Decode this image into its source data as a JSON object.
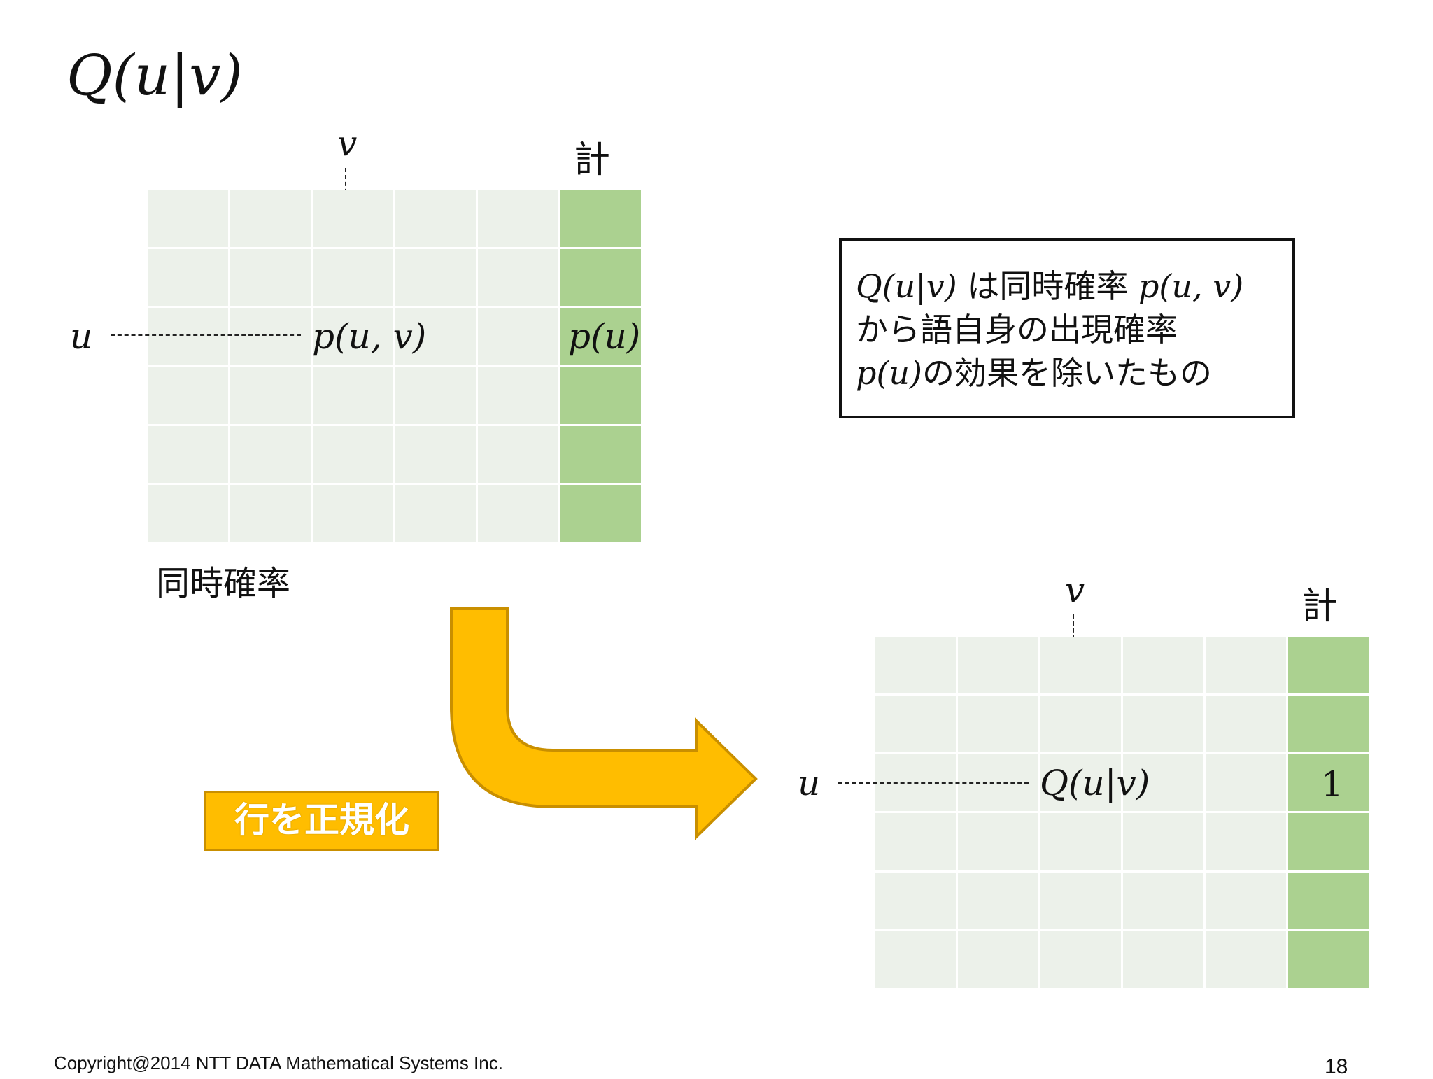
{
  "title": "Q(u|v)",
  "joint_table": {
    "col_var": "v",
    "row_var": "u",
    "total_label": "計",
    "cell_label": "p(u, v)",
    "total_cell_label": "p(u)",
    "caption": "同時確率"
  },
  "normalized_table": {
    "col_var": "v",
    "row_var": "u",
    "total_label": "計",
    "cell_label": "Q(u|v)",
    "total_cell_label": "1"
  },
  "note": {
    "line1_math": "Q(u|v)",
    "line1_text": " は同時確率 ",
    "line1_math2": "p(u, v)",
    "line2_text": "から語自身の出現確率",
    "line3_math": "p(u)",
    "line3_text": "の効果を除いたもの"
  },
  "normalize_label": "行を正規化",
  "colors": {
    "cell": "#ecf1ea",
    "total_column": "#abd190",
    "arrow_fill": "#ffbd00",
    "arrow_stroke": "#c98f00"
  },
  "footer": {
    "copyright": "Copyright@2014 NTT DATA Mathematical Systems Inc.",
    "page_number": "18"
  }
}
